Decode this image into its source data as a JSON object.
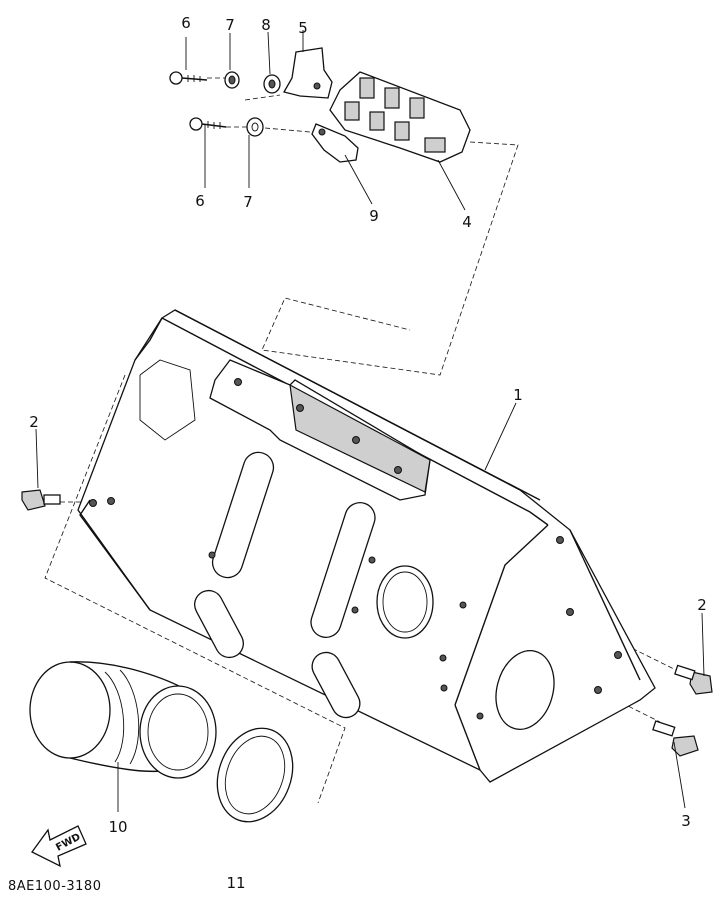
{
  "diagram": {
    "part_code": "8AE100-3180",
    "fwd_label": "FWD",
    "callouts": [
      {
        "id": "c6a",
        "label": "6"
      },
      {
        "id": "c7a",
        "label": "7"
      },
      {
        "id": "c8",
        "label": "8"
      },
      {
        "id": "c5",
        "label": "5"
      },
      {
        "id": "c6b",
        "label": "6"
      },
      {
        "id": "c7b",
        "label": "7"
      },
      {
        "id": "c9",
        "label": "9"
      },
      {
        "id": "c4",
        "label": "4"
      },
      {
        "id": "c1",
        "label": "1"
      },
      {
        "id": "c2a",
        "label": "2"
      },
      {
        "id": "c2b",
        "label": "2"
      },
      {
        "id": "c3",
        "label": "3"
      },
      {
        "id": "c10",
        "label": "10"
      },
      {
        "id": "c11",
        "label": "11"
      }
    ]
  }
}
